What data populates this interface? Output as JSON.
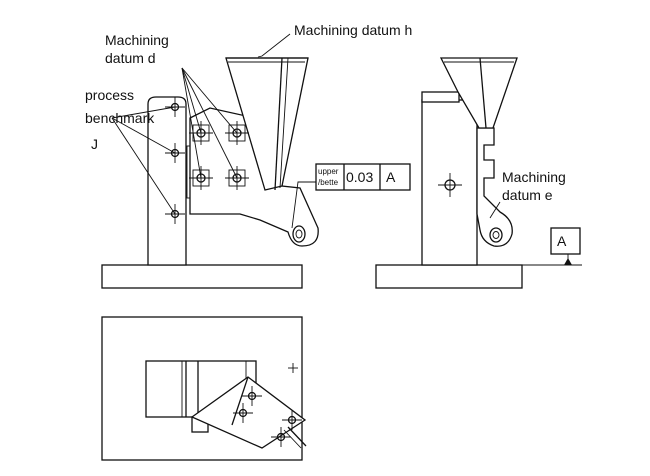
{
  "labels": {
    "datum_h": "Machining datum h",
    "datum_d_line1": "Machining",
    "datum_d_line2": "datum d",
    "process_line1": "process",
    "process_line2": "benchmark",
    "process_line3": "J",
    "datum_e_line1": "Machining",
    "datum_e_line2": "datum e"
  },
  "tolerance_frame": {
    "symbol_line1": "upper",
    "symbol_line2": "/bette",
    "value": "0.03",
    "datum": "A"
  },
  "datum_box": "A"
}
